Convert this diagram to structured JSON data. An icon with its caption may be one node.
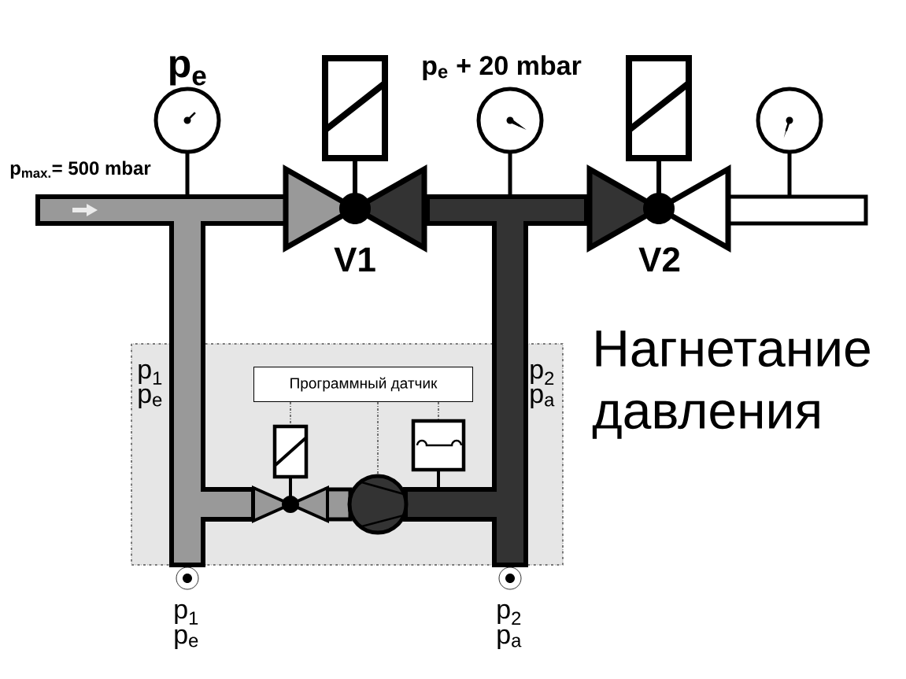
{
  "diagram": {
    "nodes": [
      {
        "text": [
          "Программный датчик"
        ]
      },
      {
        "text": [],
        "shape": "box"
      },
      {
        "text": [],
        "shape": "circle"
      },
      {
        "text": [],
        "shape": "box"
      }
    ],
    "edges": [
      {
        "from": 0,
        "to": 1,
        "arrow": "none",
        "style": "dashed"
      },
      {
        "from": 0,
        "to": 2,
        "arrow": "none",
        "style": "dashed"
      },
      {
        "from": 0,
        "to": 3,
        "arrow": "none",
        "style": "dashed"
      }
    ],
    "labels": [
      "p$_{e}$",
      "p$_{max.}$= 500 mbar",
      "p$_{e}$ +  20 mbar",
      "V1",
      "V2",
      "Нагнетание давления",
      "p$_{1}$",
      "p$_{e}$",
      "p$_{2}$",
      "p$_{a}$",
      "p$_{1}$",
      "p$_{e}$",
      "p$_{2}$",
      "p$_{a}$"
    ]
  }
}
